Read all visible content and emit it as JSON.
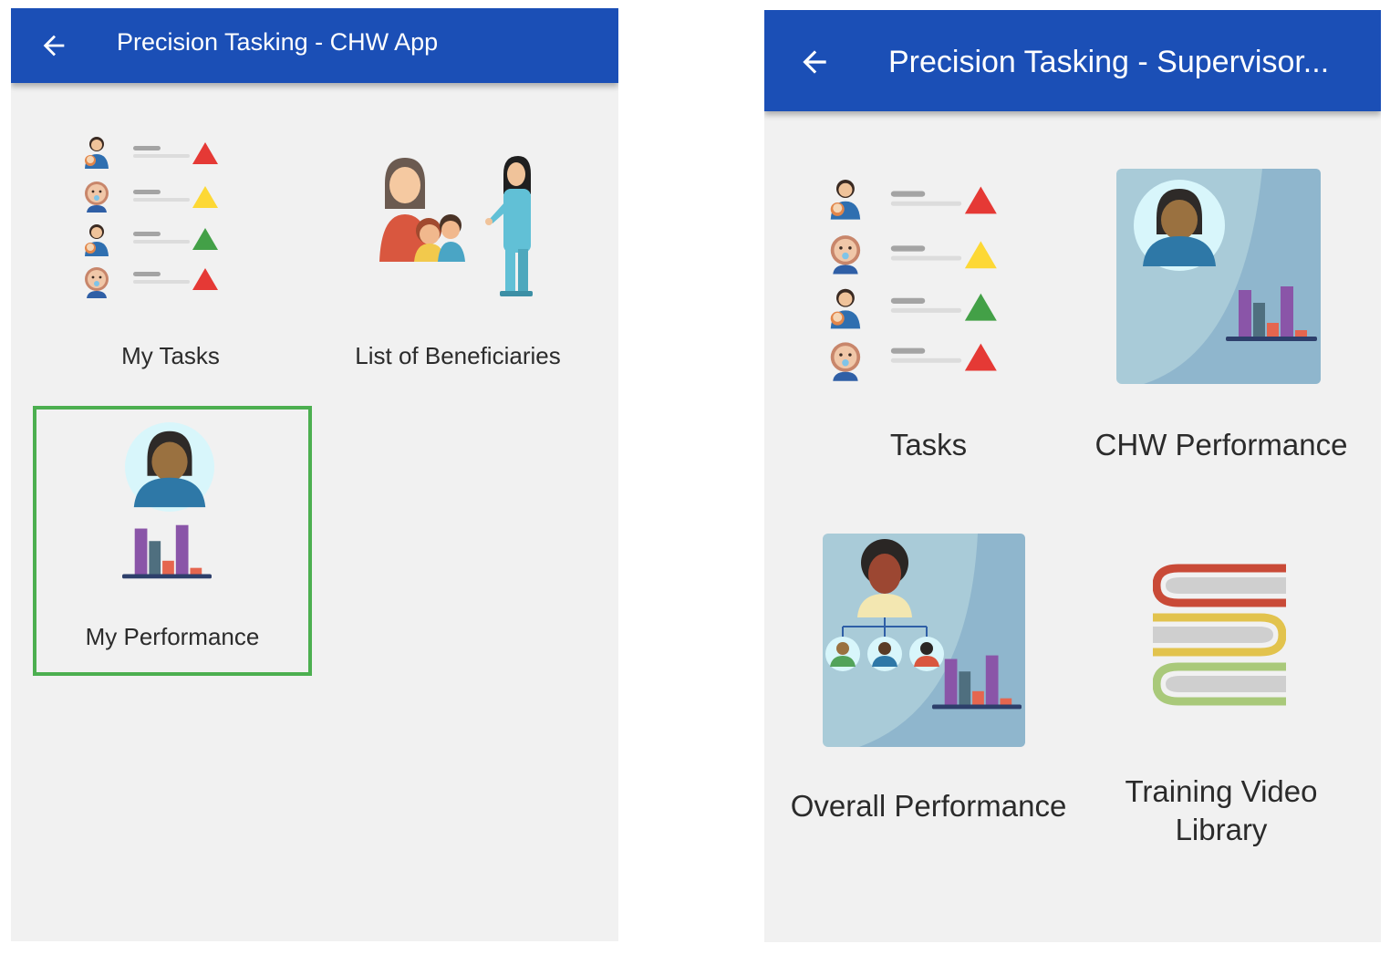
{
  "left_screen": {
    "title": "Precision Tasking - CHW App",
    "back_icon": "arrow-left-icon",
    "tiles": [
      {
        "label": "My Tasks",
        "icon": "task-list-icon"
      },
      {
        "label": "List of Beneficiaries",
        "icon": "beneficiaries-icon"
      },
      {
        "label": "My Performance",
        "icon": "performance-icon",
        "selected": true
      }
    ]
  },
  "right_screen": {
    "title": "Precision Tasking - Supervisor...",
    "back_icon": "arrow-left-icon",
    "tiles": [
      {
        "label": "Tasks",
        "icon": "task-list-icon"
      },
      {
        "label": "CHW Performance",
        "icon": "chw-performance-icon"
      },
      {
        "label": "Overall Performance",
        "icon": "overall-performance-icon"
      },
      {
        "label_line1": "Training Video",
        "label_line2": "Library",
        "icon": "books-icon"
      }
    ]
  },
  "colors": {
    "appbar": "#1b4fb6",
    "background": "#f1f1f1",
    "selection_border": "#4caf50",
    "priority_high": "#e53935",
    "priority_medium": "#fdd835",
    "priority_low": "#43a047"
  }
}
